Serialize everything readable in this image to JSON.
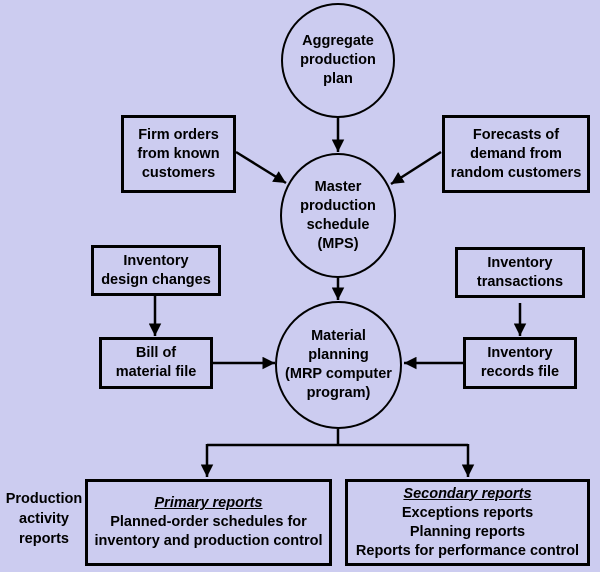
{
  "colors": {
    "background": "#CCCCF0",
    "stroke": "#000000"
  },
  "nodes": {
    "aggregate": {
      "lines": [
        "Aggregate",
        "production",
        "plan"
      ],
      "shape": "circle"
    },
    "mps": {
      "lines": [
        "Master",
        "production",
        "schedule",
        "(MPS)"
      ],
      "shape": "circle"
    },
    "mrp": {
      "lines": [
        "Material",
        "planning",
        "(MRP computer",
        "program)"
      ],
      "shape": "circle"
    },
    "firm_orders": {
      "lines": [
        "Firm orders",
        "from known",
        "customers"
      ],
      "shape": "box"
    },
    "forecasts": {
      "lines": [
        "Forecasts of",
        "demand from",
        "random customers"
      ],
      "shape": "box"
    },
    "design_changes": {
      "lines": [
        "Inventory",
        "design changes"
      ],
      "shape": "box"
    },
    "bom": {
      "lines": [
        "Bill of",
        "material file"
      ],
      "shape": "box"
    },
    "inv_transactions": {
      "lines": [
        "Inventory",
        "transactions"
      ],
      "shape": "box"
    },
    "inv_records": {
      "lines": [
        "Inventory",
        "records file"
      ],
      "shape": "box"
    },
    "primary": {
      "heading": "Primary reports",
      "lines": [
        "Planned-order schedules for",
        "inventory and production control"
      ],
      "shape": "box"
    },
    "secondary": {
      "heading": "Secondary reports",
      "lines": [
        "Exceptions reports",
        "Planning reports",
        "Reports for performance control"
      ],
      "shape": "box"
    }
  },
  "side_label": {
    "lines": [
      "Production",
      "activity",
      "reports"
    ]
  },
  "edges": [
    {
      "from": "aggregate",
      "to": "mps"
    },
    {
      "from": "firm_orders",
      "to": "mps"
    },
    {
      "from": "forecasts",
      "to": "mps"
    },
    {
      "from": "mps",
      "to": "mrp"
    },
    {
      "from": "design_changes",
      "to": "bom"
    },
    {
      "from": "bom",
      "to": "mrp"
    },
    {
      "from": "inv_transactions",
      "to": "inv_records"
    },
    {
      "from": "inv_records",
      "to": "mrp"
    },
    {
      "from": "mrp",
      "to": "primary"
    },
    {
      "from": "mrp",
      "to": "secondary"
    }
  ]
}
